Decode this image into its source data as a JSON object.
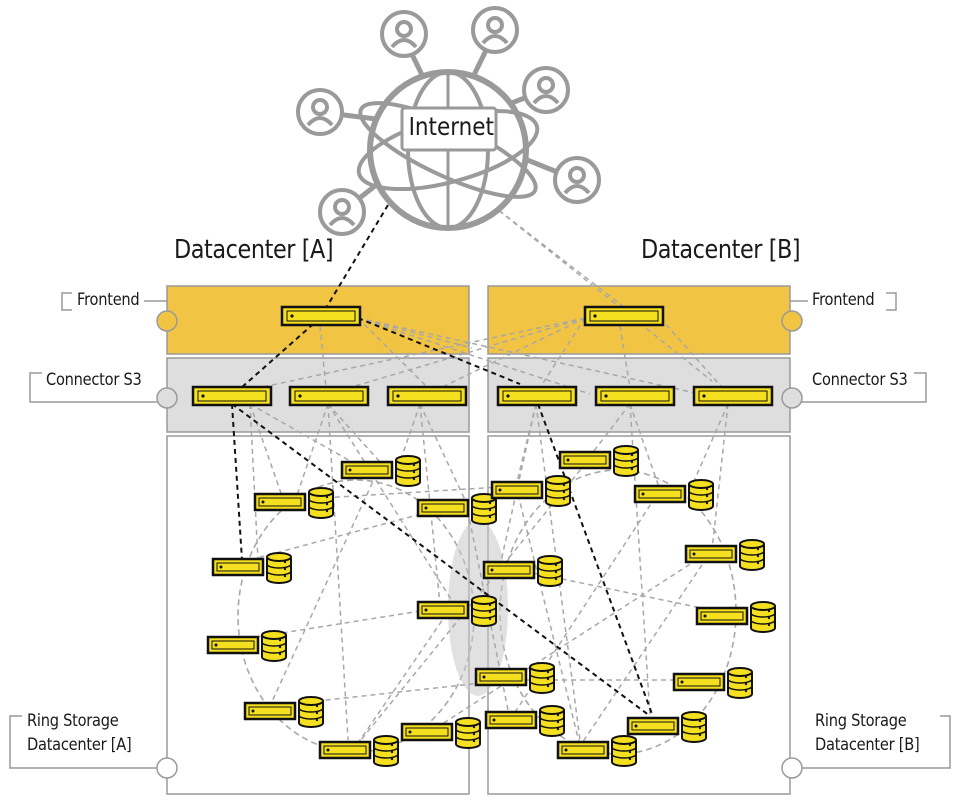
{
  "internet": {
    "label": "Internet"
  },
  "datacenters": {
    "a": {
      "title": "Datacenter [A]"
    },
    "b": {
      "title": "Datacenter [B]"
    }
  },
  "tiers": {
    "frontend": "Frontend",
    "connector": "Connector S3",
    "ring_line1": "Ring Storage",
    "ring_a_line2": "Datacenter [A]",
    "ring_b_line2": "Datacenter [B]"
  },
  "colors": {
    "frontend_band": "#f2c443",
    "connector_band": "#dedede",
    "node_fill": "#f5e020",
    "line_gray": "#a8a8a8",
    "line_dark": "#111111",
    "globe": "#9a9a9a"
  }
}
